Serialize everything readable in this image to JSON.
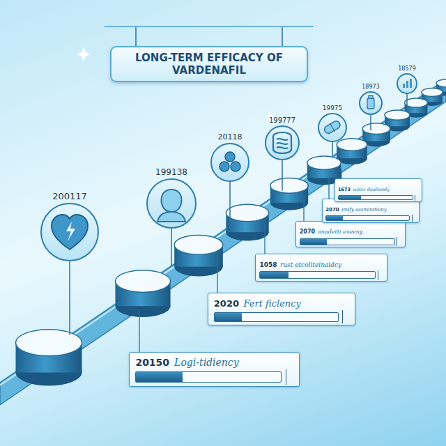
{
  "diagram": {
    "title": "LONG-TERM EFFICACY OF VARDENAFIL",
    "nodes": [
      {
        "text": [
          "200117"
        ]
      },
      {
        "text": [
          "199138"
        ]
      },
      {
        "text": [
          "20118"
        ]
      },
      {
        "text": [
          "199777"
        ]
      },
      {
        "text": [
          "19975"
        ]
      },
      {
        "text": [
          "18973"
        ]
      },
      {
        "text": [
          "18579"
        ]
      },
      {
        "text": [
          "20150",
          "Logi-tidiency"
        ]
      },
      {
        "text": [
          "2020",
          "Fert ficlency"
        ]
      },
      {
        "text": [
          "1058",
          "rust etcoliteinaidcy"
        ]
      },
      {
        "text": [
          "2070",
          "anadetti exeeny"
        ]
      },
      {
        "text": [
          "2070",
          "imify assminitiony"
        ]
      },
      {
        "text": [
          "1673",
          "wstsc daallandy"
        ]
      }
    ]
  }
}
